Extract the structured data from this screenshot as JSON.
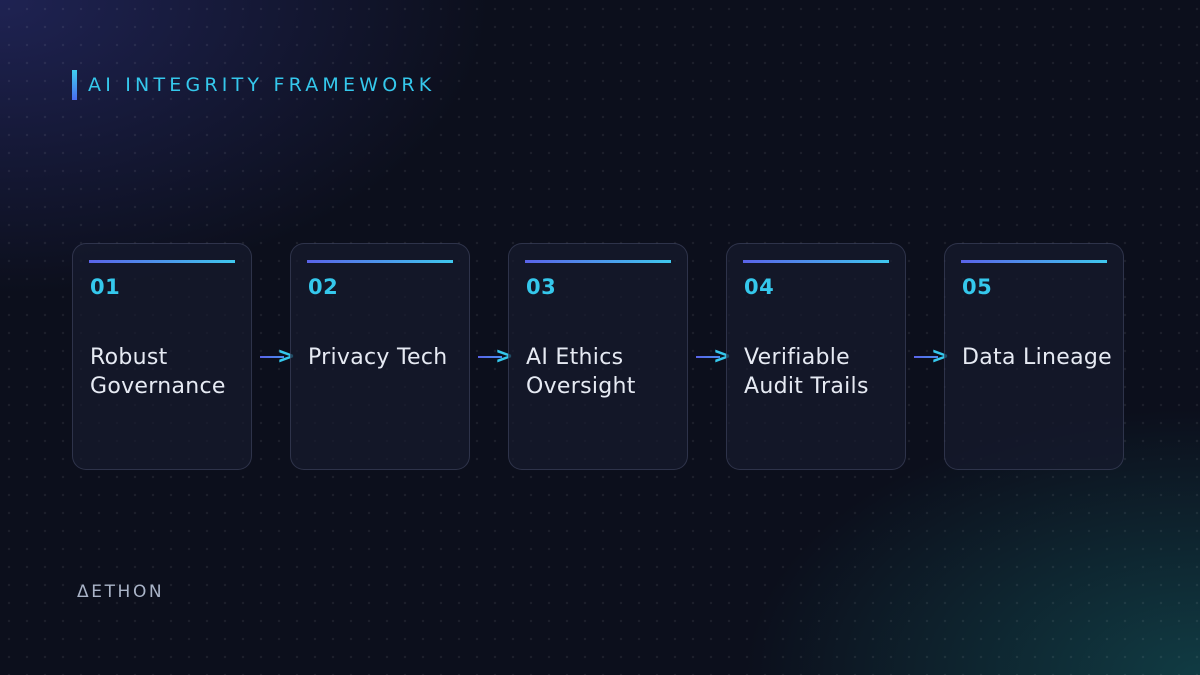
{
  "header": {
    "title": "AI INTEGRITY FRAMEWORK"
  },
  "steps": [
    {
      "number": "01",
      "label": "Robust Governance"
    },
    {
      "number": "02",
      "label": "Privacy Tech"
    },
    {
      "number": "03",
      "label": "AI Ethics Oversight"
    },
    {
      "number": "04",
      "label": "Verifiable Audit Trails"
    },
    {
      "number": "05",
      "label": "Data Lineage"
    }
  ],
  "logo": {
    "text": "ΔETHON"
  },
  "colors": {
    "accent": "#35c8ec",
    "accent_secondary": "#5a63e8",
    "background": "#0c0f1c",
    "card_text": "#e6eaf3"
  },
  "icons": {
    "flow_arrow": "chevron-right-icon"
  }
}
